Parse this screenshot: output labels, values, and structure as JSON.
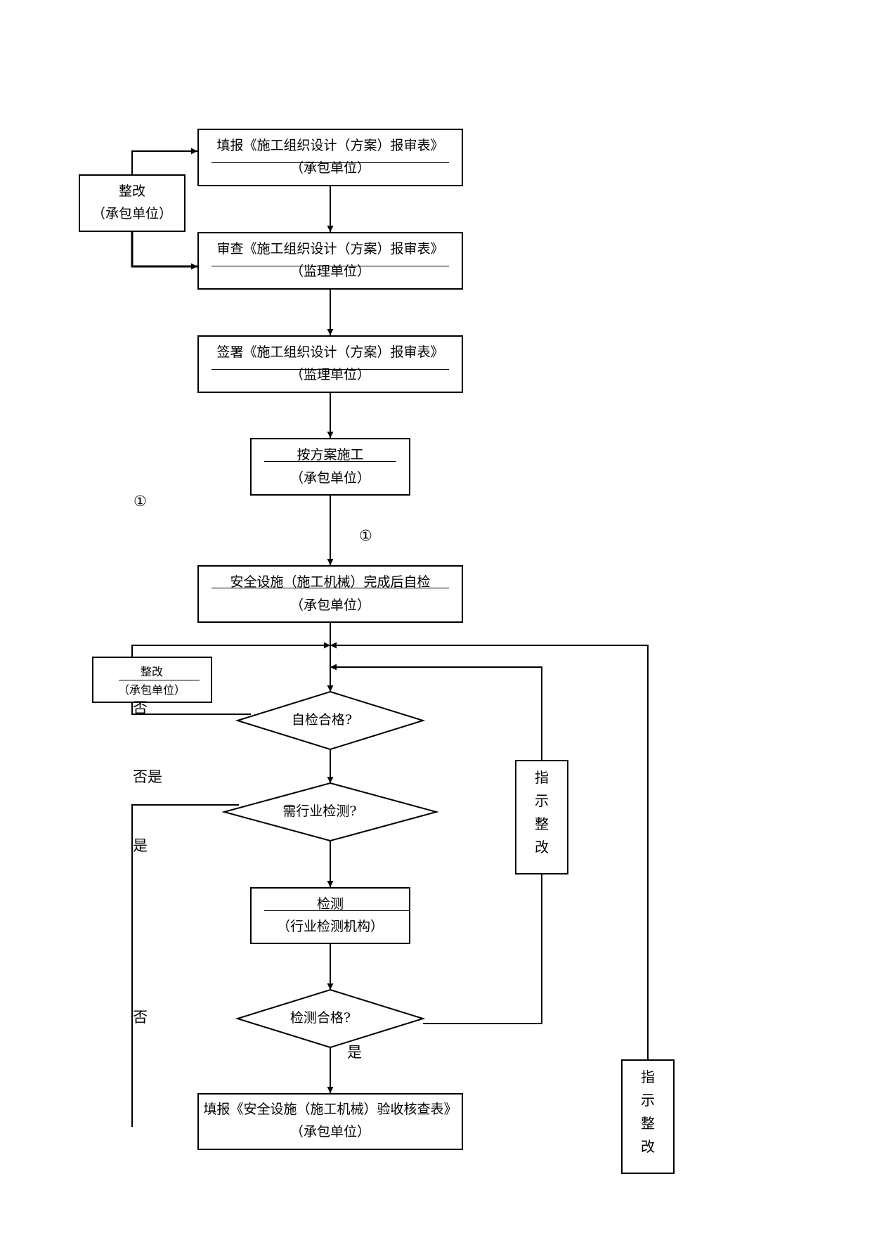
{
  "steps": {
    "fill_report": {
      "title": "填报《施工组织设计（方案）报审表》",
      "unit": "（承包单位）"
    },
    "review_report": {
      "title": "审查《施工组织设计（方案）报审表》",
      "unit": "（监理单位）"
    },
    "sign_report": {
      "title": "签署《施工组织设计（方案）报审表》",
      "unit": "（监理单位）"
    },
    "construct": {
      "title": "按方案施工",
      "unit": "（承包单位）"
    },
    "self_check": {
      "title": "安全设施（施工机械）完成后自检",
      "unit": "（承包单位）"
    },
    "testing": {
      "title": "检测",
      "unit": "（行业检测机构）"
    },
    "acceptance": {
      "title": "填报《安全设施（施工机械）验收核查表》",
      "unit": "（承包单位）"
    }
  },
  "rectify_top": {
    "title": "整改",
    "unit": "（承包单位）"
  },
  "rectify_mid": {
    "title": "整改",
    "unit": "（承包单位）"
  },
  "decisions": {
    "self_check_ok": "自检合格?",
    "need_testing": "需行业检测?",
    "test_ok": "检测合格?"
  },
  "instruct_1": [
    "指",
    "示",
    "整",
    "改"
  ],
  "instruct_2": [
    "指",
    "示",
    "整",
    "改"
  ],
  "labels": {
    "circle_1a": "①",
    "circle_1b": "①",
    "no_1": "否",
    "no_yes": "否是",
    "yes_1": "是",
    "no_2": "否",
    "yes_2": "是"
  }
}
